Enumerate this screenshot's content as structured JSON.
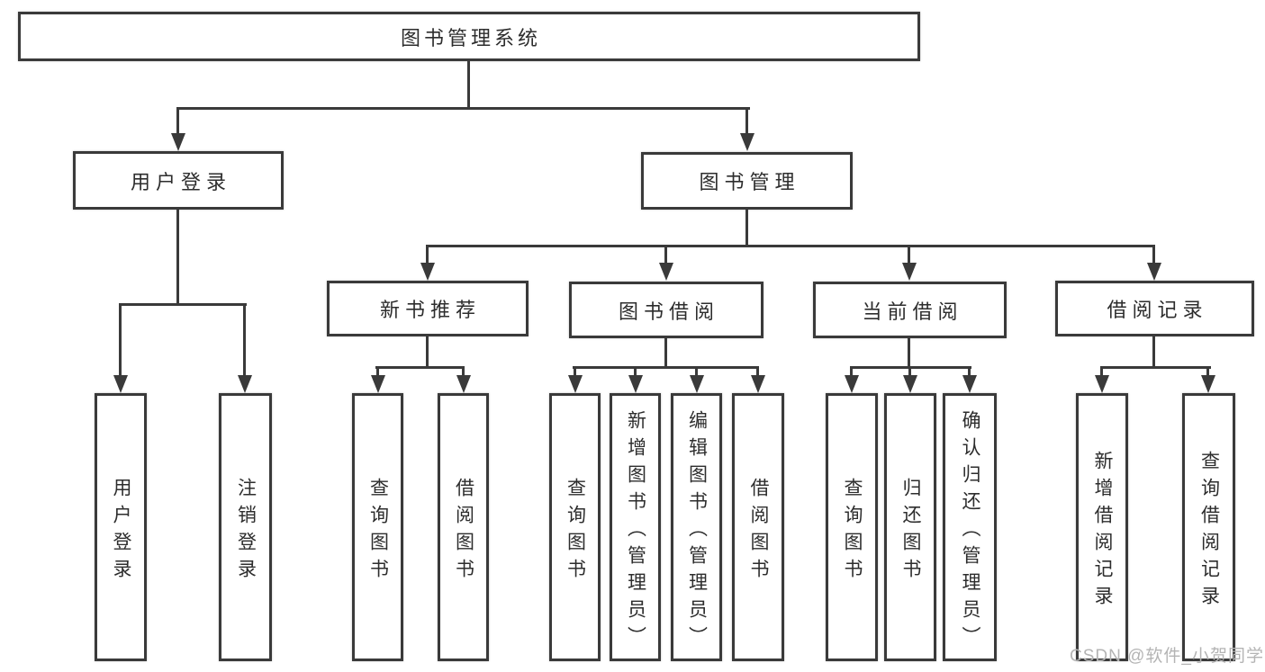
{
  "colors": {
    "line": "#3a3a3a",
    "text": "#2d2d2d",
    "watermark": "#b4b4b4",
    "background": "#ffffff"
  },
  "watermark": "CSDN @软件_小贺同学",
  "diagram": {
    "root": "图书管理系统",
    "level2": {
      "user_login": "用户登录",
      "book_management": "图书管理"
    },
    "level3": {
      "new_book_recommend": "新书推荐",
      "book_borrow": "图书借阅",
      "current_borrow": "当前借阅",
      "borrow_records": "借阅记录"
    },
    "leaves": {
      "user_login": [
        "用户登录",
        "注销登录"
      ],
      "new_book_recommend": [
        "查询图书",
        "借阅图书"
      ],
      "book_borrow": [
        "查询图书",
        "新增图书（管理员）",
        "编辑图书（管理员）",
        "借阅图书"
      ],
      "current_borrow": [
        "查询图书",
        "归还图书",
        "确认归还（管理员）"
      ],
      "borrow_records": [
        "新增借阅记录",
        "查询借阅记录"
      ]
    }
  }
}
